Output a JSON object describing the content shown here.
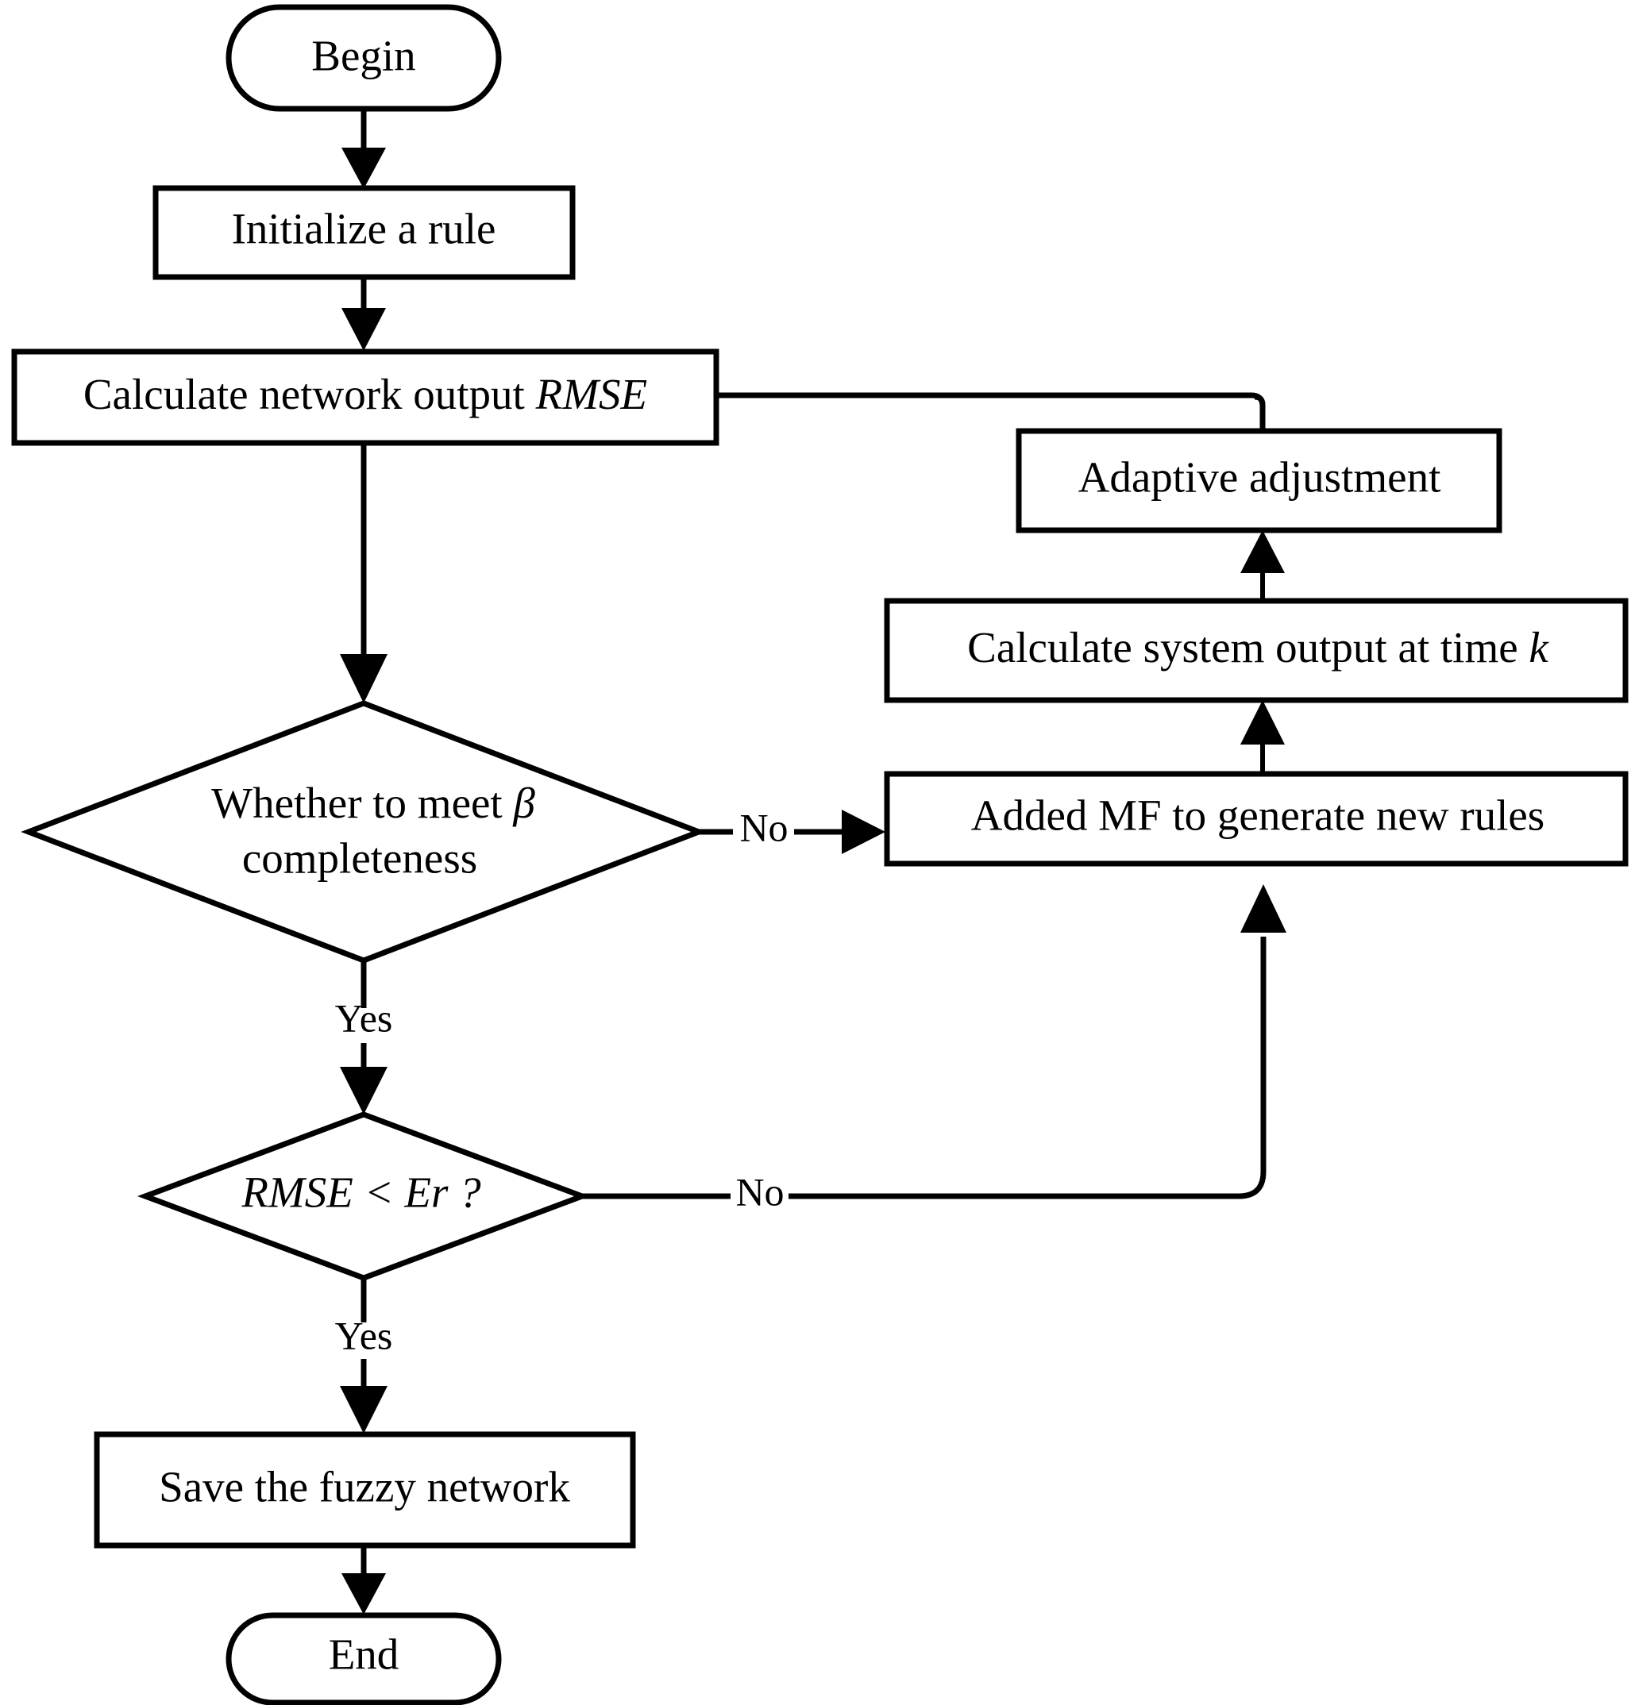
{
  "diagram": {
    "type": "flowchart",
    "title": "",
    "background_color": "#ffffff",
    "line_color": "#000000",
    "nodes": [
      {
        "id": "begin",
        "shape": "terminator",
        "label": "Begin"
      },
      {
        "id": "init",
        "shape": "process",
        "label": "Initialize a rule"
      },
      {
        "id": "calc_rmse",
        "shape": "process",
        "label_plain": "Calculate network output ",
        "label_italic": "RMSE"
      },
      {
        "id": "beta_check",
        "shape": "decision",
        "label_line1_plain": "Whether to meet ",
        "label_line1_italic": "β",
        "label_line2": "completeness"
      },
      {
        "id": "rmse_check",
        "shape": "decision",
        "label_italic": "RMSE < Er ?"
      },
      {
        "id": "save",
        "shape": "process",
        "label": "Save the fuzzy network"
      },
      {
        "id": "end",
        "shape": "terminator",
        "label": "End"
      },
      {
        "id": "added_mf",
        "shape": "process",
        "label": "Added MF to generate new rules"
      },
      {
        "id": "calc_system",
        "shape": "process",
        "label_plain": "Calculate system output at time ",
        "label_italic": "k"
      },
      {
        "id": "adaptive",
        "shape": "process",
        "label": "Adaptive adjustment"
      }
    ],
    "edges": [
      {
        "from": "begin",
        "to": "init",
        "label": ""
      },
      {
        "from": "init",
        "to": "calc_rmse",
        "label": ""
      },
      {
        "from": "calc_rmse",
        "to": "beta_check",
        "label": ""
      },
      {
        "from": "beta_check",
        "to": "added_mf",
        "label": "No"
      },
      {
        "from": "beta_check",
        "to": "rmse_check",
        "label": "Yes"
      },
      {
        "from": "rmse_check",
        "to": "added_mf",
        "label": "No"
      },
      {
        "from": "rmse_check",
        "to": "save",
        "label": "Yes"
      },
      {
        "from": "save",
        "to": "end",
        "label": ""
      },
      {
        "from": "added_mf",
        "to": "calc_system",
        "label": ""
      },
      {
        "from": "calc_system",
        "to": "adaptive",
        "label": ""
      },
      {
        "from": "adaptive",
        "to": "calc_rmse",
        "label": ""
      }
    ],
    "edge_labels": {
      "beta_no": "No",
      "beta_yes": "Yes",
      "rmse_no": "No",
      "rmse_yes": "Yes"
    }
  }
}
